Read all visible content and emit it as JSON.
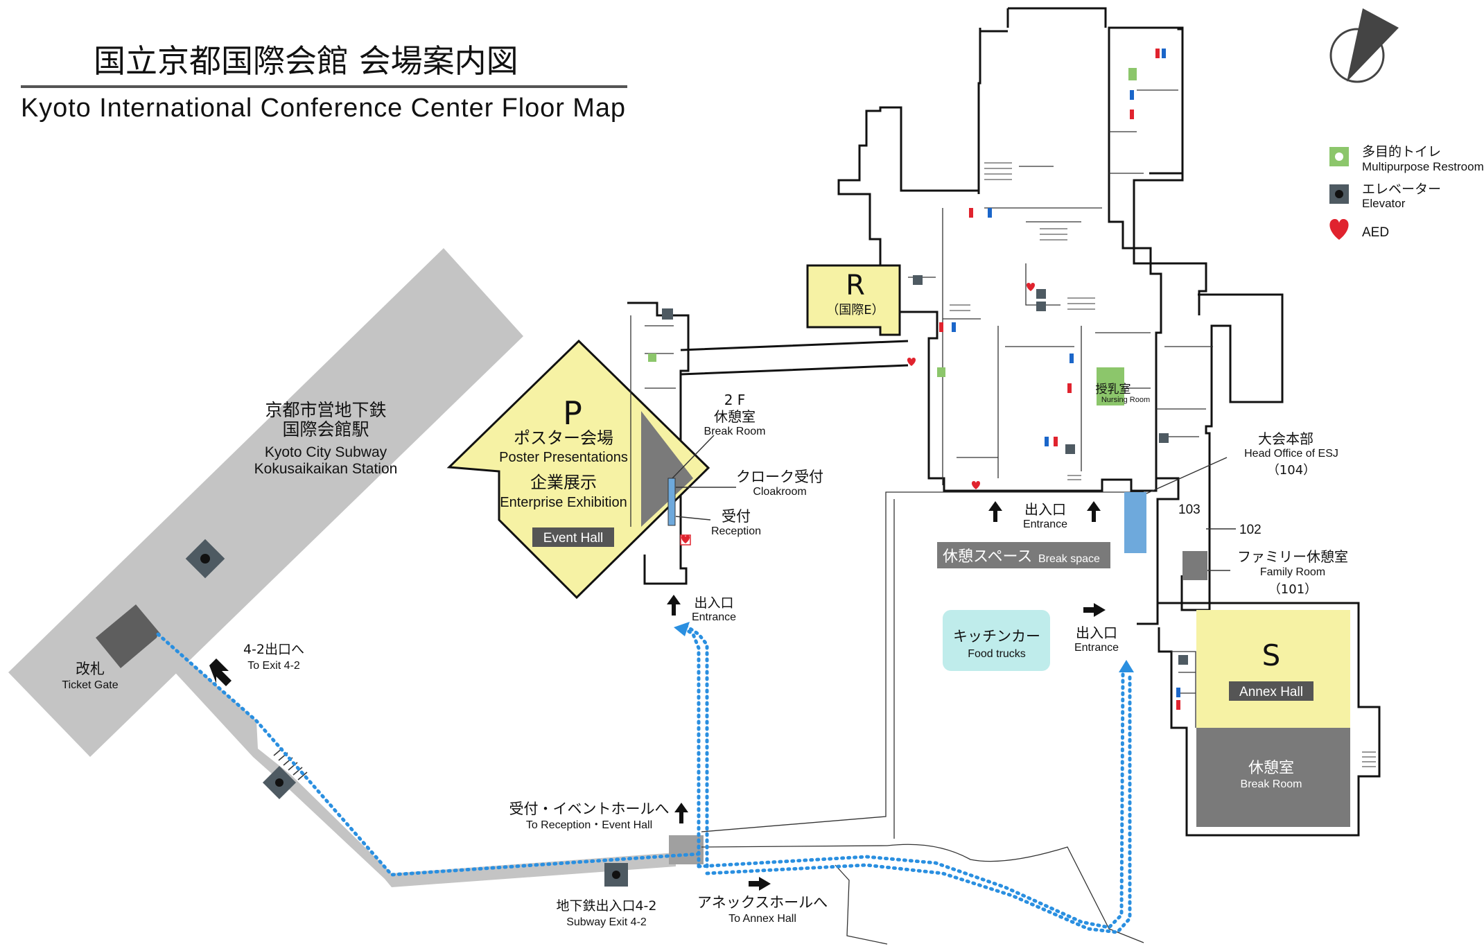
{
  "title": {
    "ja": "国立京都国際会館 会場案内図",
    "en": "Kyoto International Conference Center Floor Map"
  },
  "legend": [
    {
      "ja": "多目的トイレ",
      "en": "Multipurpose Restroom",
      "icon": "multipurpose-restroom-icon"
    },
    {
      "ja": "エレベーター",
      "en": "Elevator",
      "icon": "elevator-icon"
    },
    {
      "ja": "",
      "en": "AED",
      "icon": "aed-heart-icon"
    }
  ],
  "station": {
    "ja1": "京都市営地下鉄",
    "ja2": "国際会館駅",
    "en1": "Kyoto City Subway",
    "en2": "Kokusaikaikan Station"
  },
  "ticket_gate": {
    "ja": "改札",
    "en": "Ticket Gate"
  },
  "to_exit": {
    "ja": "4-2出口へ",
    "en": "To Exit 4-2"
  },
  "subway_exit": {
    "ja": "地下鉄出入口4-2",
    "en": "Subway Exit 4-2"
  },
  "to_reception": {
    "ja": "受付・イベントホールへ",
    "en": "To Reception・Event Hall"
  },
  "to_annex": {
    "ja": "アネックスホールへ",
    "en": "To Annex Hall"
  },
  "hall_p": {
    "letter": "P",
    "ja1": "ポスター会場",
    "en1": "Poster Presentations",
    "ja2": "企業展示",
    "en2": "Enterprise Exhibition",
    "badge": "Event Hall"
  },
  "break_2f": {
    "floor": "2 F",
    "ja": "休憩室",
    "en": "Break Room"
  },
  "cloakroom": {
    "ja": "クローク受付",
    "en": "Cloakroom"
  },
  "reception": {
    "ja": "受付",
    "en": "Reception"
  },
  "entrance_p": {
    "ja": "出入口",
    "en": "Entrance"
  },
  "room_r": {
    "letter": "R",
    "sub": "（国際E）"
  },
  "nursing": {
    "ja": "授乳室",
    "en": "Nursing Room"
  },
  "entrance_main": {
    "ja": "出入口",
    "en": "Entrance"
  },
  "break_space": {
    "ja": "休憩スペース",
    "en": "Break space"
  },
  "food_trucks": {
    "ja": "キッチンカー",
    "en": "Food trucks"
  },
  "entrance_east": {
    "ja": "出入口",
    "en": "Entrance"
  },
  "head_office": {
    "ja": "大会本部",
    "en": "Head Office of ESJ",
    "num": "（104）"
  },
  "room_103": "103",
  "room_102": "102",
  "family_room": {
    "ja": "ファミリー休憩室",
    "en": "Family Room",
    "num": "（101）"
  },
  "hall_s": {
    "letter": "S",
    "badge": "Annex Hall",
    "break_ja": "休憩室",
    "break_en": "Break Room"
  },
  "colors": {
    "hall_yellow": "#f6f2a4",
    "subway_gray": "#c4c4c4",
    "dark_gray": "#7a7a7a",
    "route_blue": "#2a8fe0",
    "food_truck": "#bfeceb",
    "nursing_green": "#8cc66b",
    "office_blue": "#6ea9dc",
    "aed_red": "#e0232e"
  }
}
